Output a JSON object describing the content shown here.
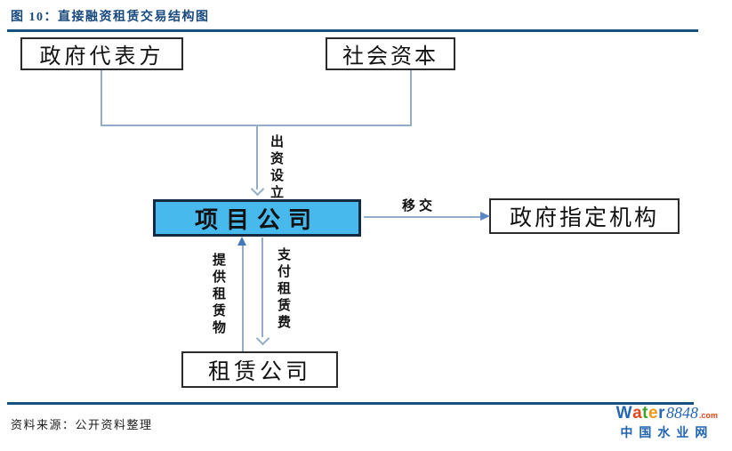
{
  "figure": {
    "title": "图 10：直接融资租赁交易结构图",
    "source_note": "资料来源：公开资料整理"
  },
  "diagram": {
    "nodes": {
      "gov_rep": "政府代表方",
      "social_capital": "社会资本",
      "project_company": "项目公司",
      "gov_designated_agency": "政府指定机构",
      "leasing_company": "租赁公司"
    },
    "edge_labels": {
      "invest_establish": "出资设立",
      "transfer": "移交",
      "provide_leased_assets": "提供租赁物",
      "pay_lease_fee": "支付租赁费"
    }
  },
  "logo": {
    "letters": [
      "W",
      "a",
      "t",
      "e",
      "r"
    ],
    "number": "8848",
    "suffix": ".com",
    "site_name": "中国水业网"
  },
  "colors": {
    "title_navy": "#17497F",
    "rule_navy": "#16527E",
    "node_fill_blue": "#47B9ED",
    "node_border_dark": "#142A40",
    "connector_blue": "#93ADC9",
    "arrowhead_blue": "#4377BE",
    "logo_blue": "#2667B5",
    "logo_red": "#E1471D",
    "logo_green": "#3EA32C",
    "logo_orange": "#F0970F"
  }
}
